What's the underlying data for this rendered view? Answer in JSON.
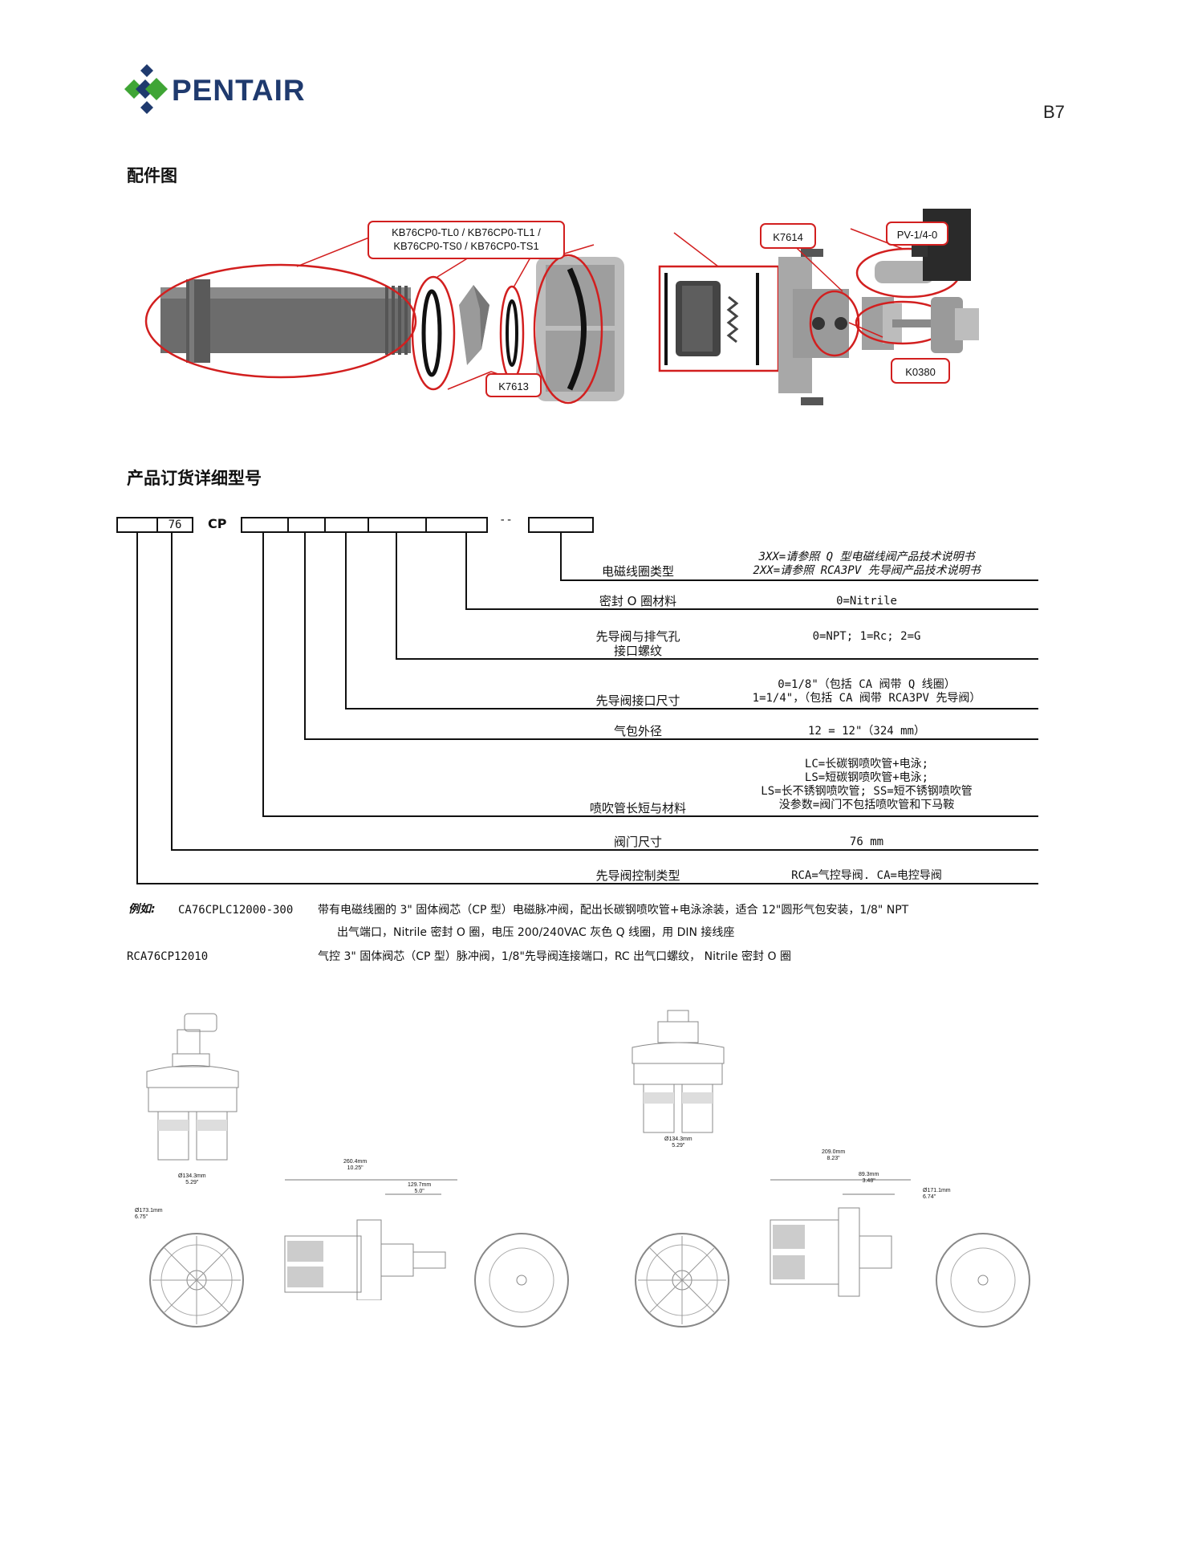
{
  "header": {
    "brand": "PENTAIR",
    "page_number": "B7"
  },
  "sections": {
    "parts_title": "配件图",
    "ordering_title": "产品订货详细型号"
  },
  "parts_diagram": {
    "callouts": {
      "tube_kit_line1": "KB76CP0-TL0  /  KB76CP0-TL1 /",
      "tube_kit_line2": "KB76CP0-TS0  /  KB76CP0-TS1",
      "k7613": "K7613",
      "k7614": "K7614",
      "pv": "PV-1/4-0",
      "k0380": "K0380"
    }
  },
  "model_code": {
    "box_76": "76",
    "cp": "CP",
    "dash": "--",
    "rows": [
      {
        "label": "电磁线圈类型",
        "value_lines": [
          "3XX=请参照 Q 型电磁线阀产品技术说明书",
          "2XX=请参照 RCA3PV 先导阀产品技术说明书"
        ]
      },
      {
        "label": "密封 O 圈材料",
        "value_lines": [
          "0=Nitrile"
        ]
      },
      {
        "label_lines": [
          "先导阀与排气孔",
          "接口螺纹"
        ],
        "value_lines": [
          "0=NPT;  1=Rc;  2=G"
        ]
      },
      {
        "label": "先导阀接口尺寸",
        "value_lines": [
          "0=1/8\"（包括 CA 阀带 Q 线圈）",
          "1=1/4\"，（包括 CA 阀带 RCA3PV 先导阀）"
        ]
      },
      {
        "label": "气包外径",
        "value_lines": [
          "12  =  12\"（324  mm）"
        ]
      },
      {
        "label": "喷吹管长短与材料",
        "value_lines": [
          "LC=长碳钢喷吹管+电泳;",
          "LS=短碳钢喷吹管+电泳;",
          "LS=长不锈钢喷吹管;  SS=短不锈钢喷吹管",
          "没参数=阀门不包括喷吹管和下马鞍"
        ]
      },
      {
        "label": "阀门尺寸",
        "value_lines": [
          "76   mm"
        ]
      },
      {
        "label": "先导阀控制类型",
        "value_lines": [
          "RCA=气控导阀.  CA=电控导阀"
        ]
      }
    ]
  },
  "examples": {
    "prefix": "例如:",
    "ex1_code": "CA76CPLC12000-300",
    "ex1_line1": "带有电磁线圈的 3\" 固体阀芯（CP 型）电磁脉冲阀，配出长碳钢喷吹管+电泳涂装，适合 12\"圆形气包安装，1/8\" NPT",
    "ex1_line2": "出气端口，Nitrile 密封 O 圈，电压 200/240VAC 灰色 Q 线圈，用 DIN 接线座",
    "ex2_code": "RCA76CP12010",
    "ex2_line": "气控 3\"  固体阀芯（CP 型）脉冲阀，1/8\"先导阀连接端口，RC 出气口螺纹， Nitrile 密封 O 圈"
  },
  "drawings": {
    "left_top_dim": [
      "Ø134.3mm",
      "5.29\""
    ],
    "left_side_dim_a": [
      "260.4mm",
      "10.25\""
    ],
    "left_side_dim_b": [
      "129.7mm",
      "5.0\""
    ],
    "left_circle_dim": [
      "Ø173.1mm",
      "6.75\""
    ],
    "right_top_dim": [
      "Ø134.3mm",
      "5.29\""
    ],
    "right_side_dim_a": [
      "209.0mm",
      "8.23\""
    ],
    "right_side_dim_b": [
      "89.3mm",
      "3.48\""
    ],
    "right_circle_dim": [
      "Ø171.1mm",
      "6.74\""
    ]
  },
  "colors": {
    "brand_blue": "#1f3a6e",
    "brand_green": "#3fa535",
    "callout_red": "#d21f1f"
  }
}
